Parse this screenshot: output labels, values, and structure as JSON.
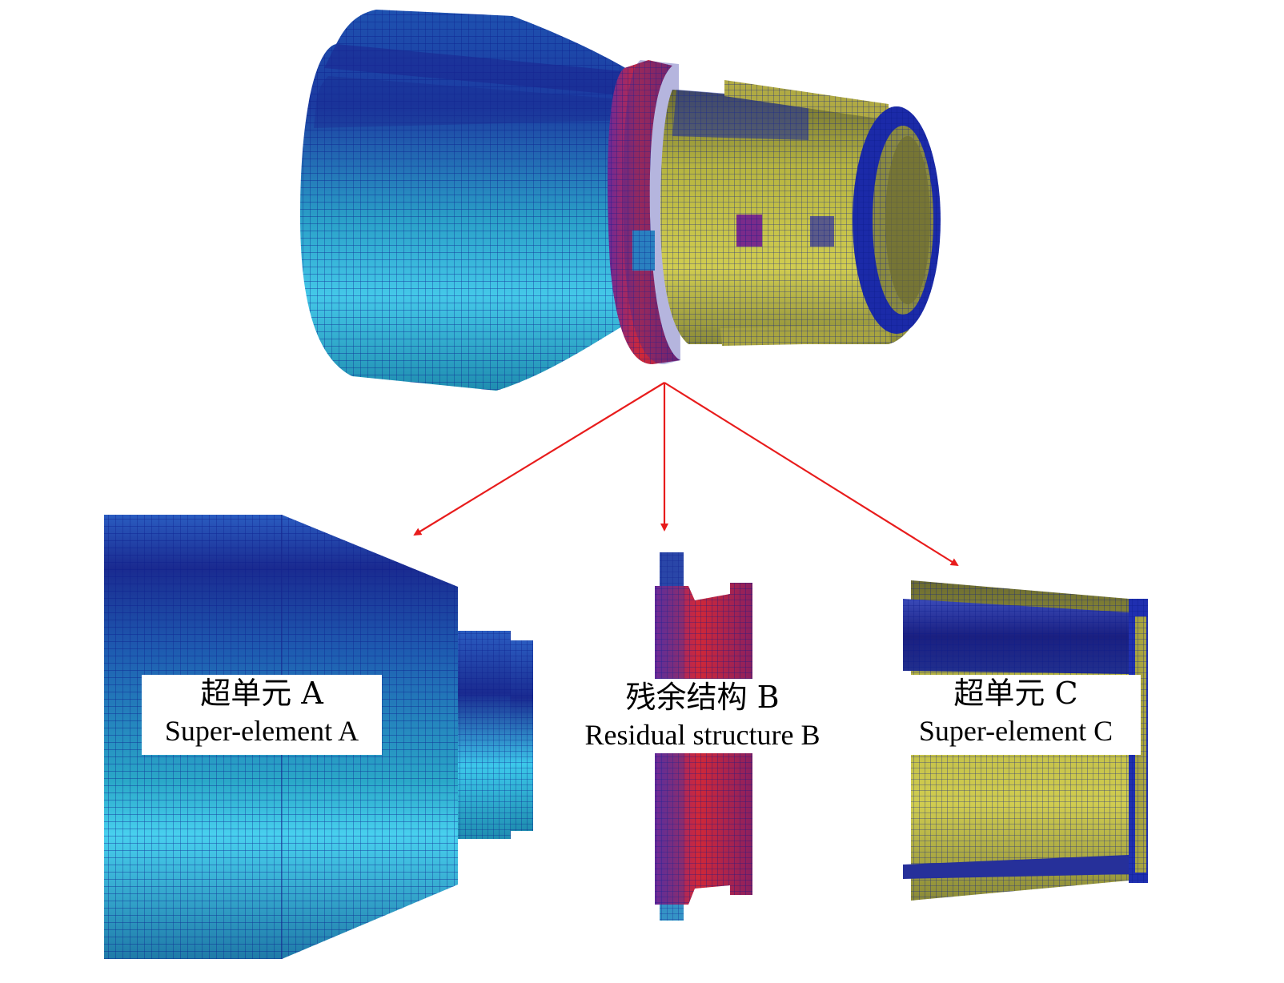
{
  "labels": {
    "a": {
      "zh": "超单元 A",
      "en": "Super-element A"
    },
    "b": {
      "zh": "残余结构 B",
      "en": "Residual structure B"
    },
    "c": {
      "zh": "超单元 C",
      "en": "Super-element C"
    }
  },
  "colors": {
    "arrow": "#e81c1c",
    "mesh_blue": "#1f2fb8",
    "mesh_teal": "#1e8fb0",
    "mesh_cyan": "#39c2e6",
    "mesh_red": "#c0203a",
    "mesh_yellow": "#b8b444",
    "mesh_line": "#0a1a8a"
  }
}
